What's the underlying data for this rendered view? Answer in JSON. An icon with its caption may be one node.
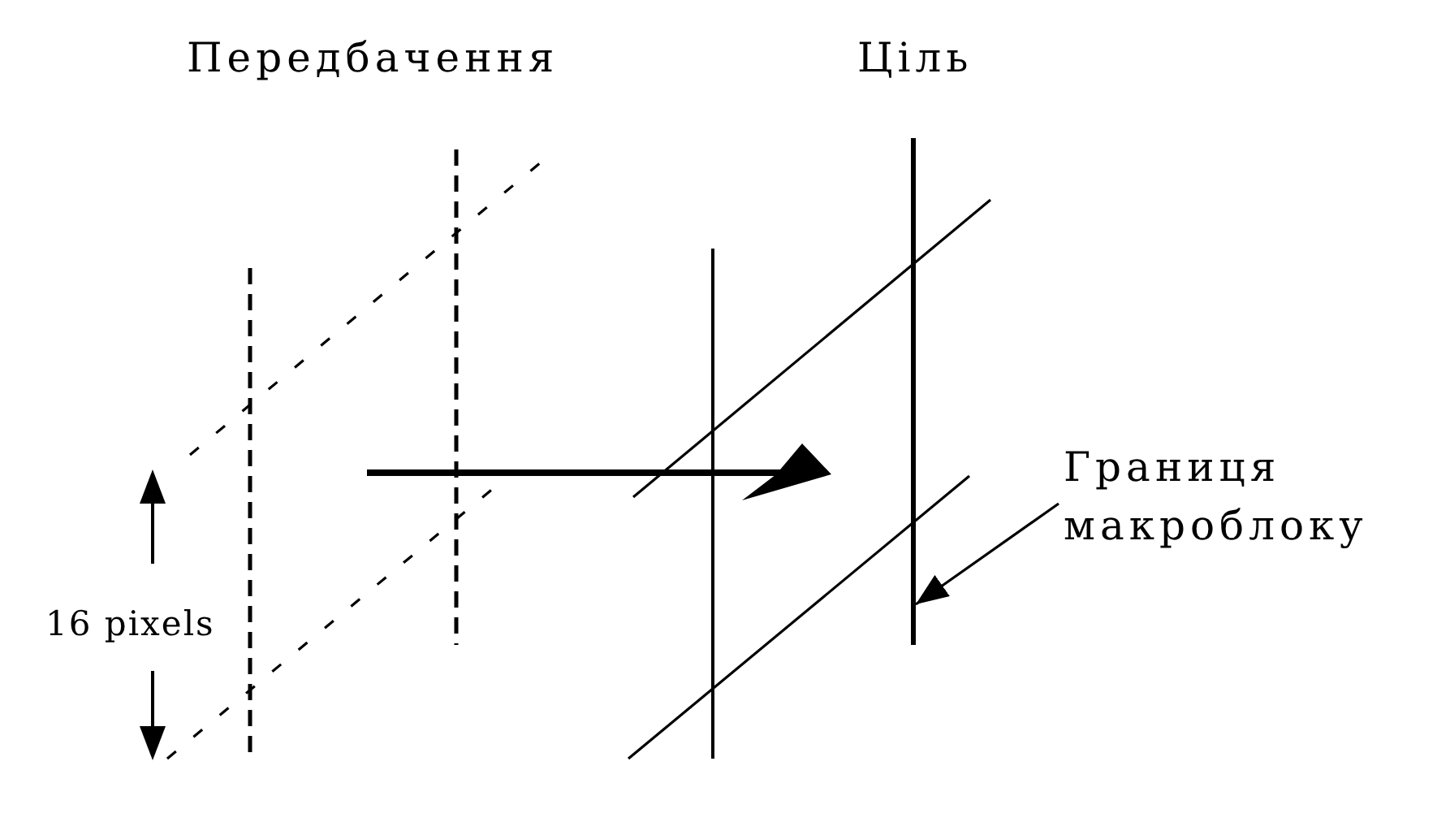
{
  "diagram": {
    "nodes": [
      {
        "text": [
          "Передбачення"
        ]
      },
      {
        "text": [
          "Ціль"
        ]
      },
      {
        "text": [
          "Границя макроблоку"
        ]
      },
      {
        "text": [],
        "shape": "line",
        "in": 1
      }
    ],
    "edges": [
      {
        "from": 2,
        "to": 3,
        "arrow": "to"
      }
    ],
    "labels": [
      "16 pixels"
    ]
  }
}
